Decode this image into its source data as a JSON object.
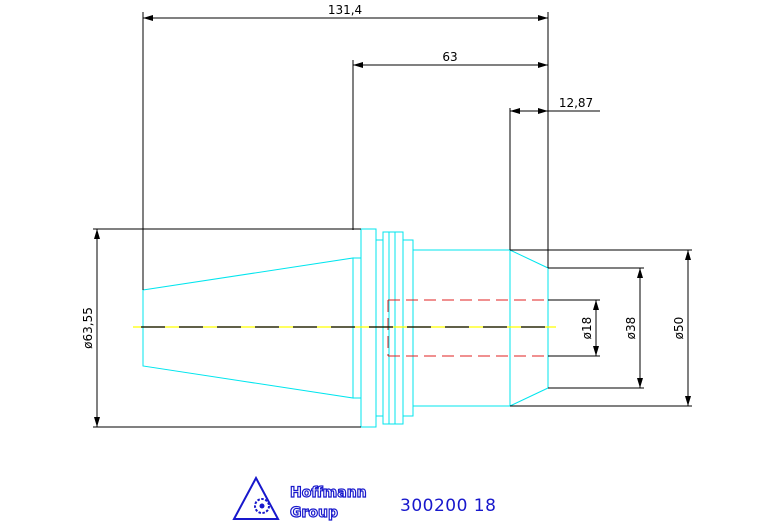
{
  "dimensions": {
    "total_length": "131,4",
    "shank_length": "63",
    "bore_depth": "12,87",
    "flange_diameter": "ø63,55",
    "bore_diameter": "ø18",
    "inner_diameter": "ø38",
    "outer_diameter": "ø50"
  },
  "logo": {
    "line1": "Hoffmann",
    "line2": "Group"
  },
  "part_number": "300200 18",
  "colors": {
    "outline": "#00e5ee",
    "dimension": "#000000",
    "centerline": "#ffff00",
    "hidden": "#e02020",
    "logo": "#1818cc"
  }
}
